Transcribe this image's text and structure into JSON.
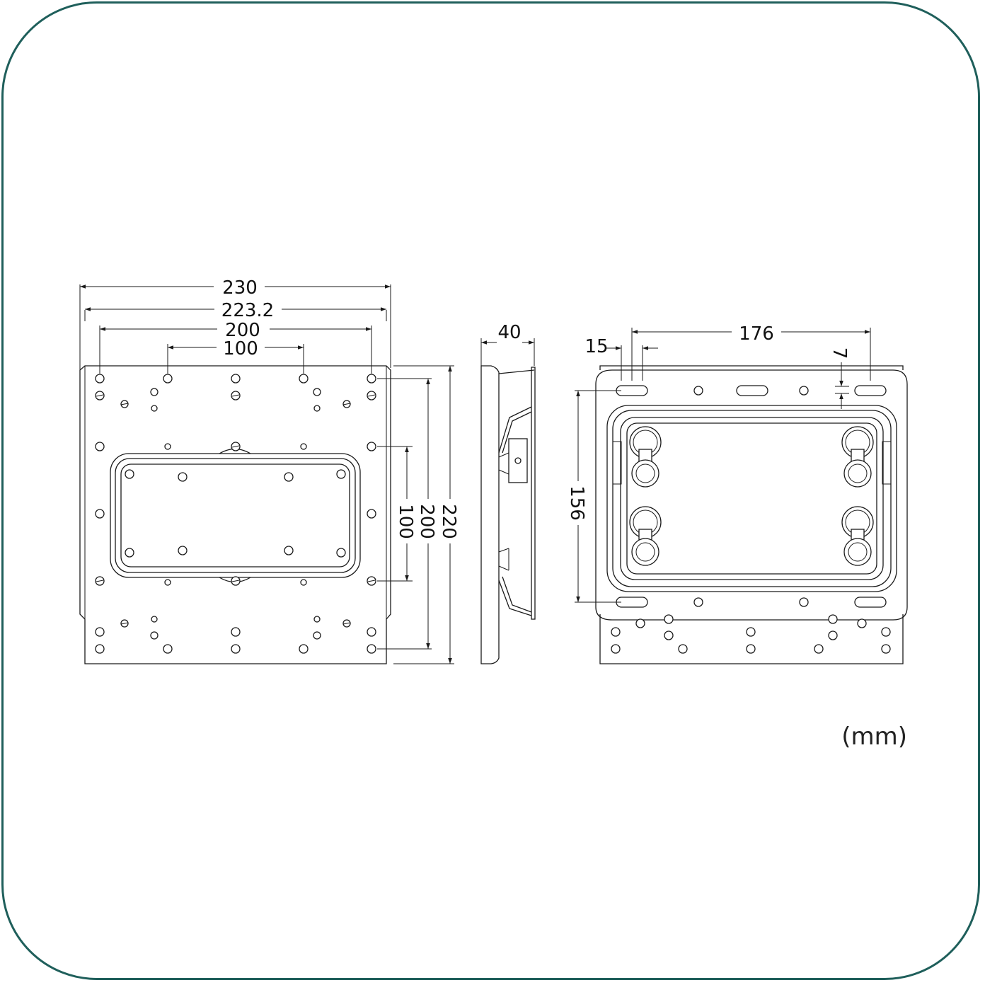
{
  "units_label": "(mm)",
  "colors": {
    "frame": "#1f5f5b",
    "line": "#1a1a1a"
  },
  "front_view": {
    "width_overall": "230",
    "width_flange": "223.2",
    "hole_spacing_wide": "200",
    "hole_spacing_narrow": "100",
    "height_overall": "220",
    "height_holes_wide": "200",
    "height_holes_narrow": "100"
  },
  "side_view": {
    "depth": "40"
  },
  "rear_view": {
    "edge_offset": "15",
    "slot_spacing": "176",
    "slot_gap": "7",
    "slot_vertical_spacing": "156"
  }
}
